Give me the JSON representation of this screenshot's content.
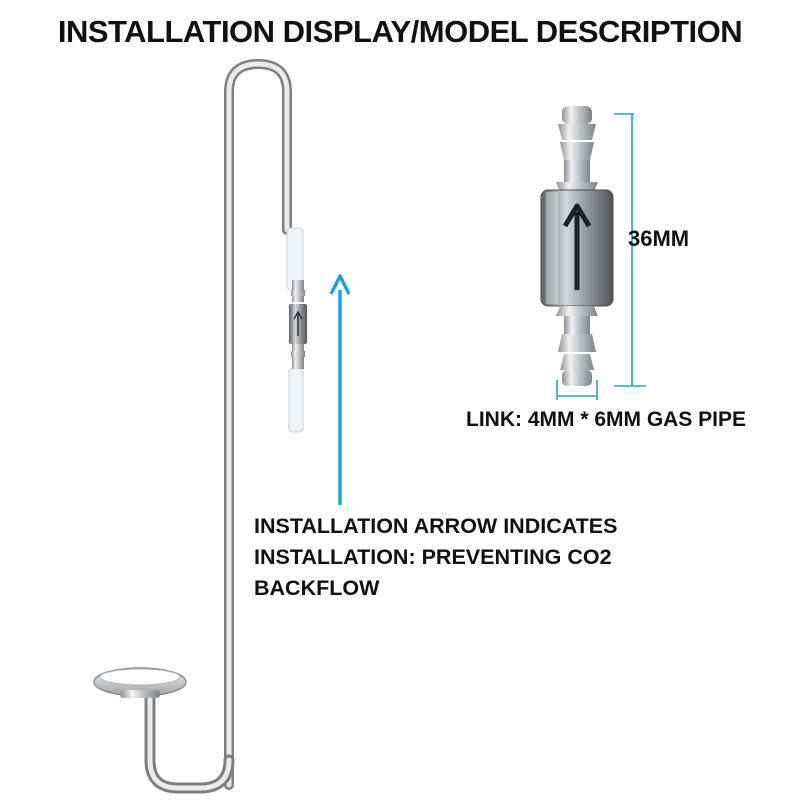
{
  "title": "INSTALLATION DISPLAY/MODEL DESCRIPTION",
  "dimension": {
    "length": "36MM"
  },
  "link": {
    "text": "LINK: 4MM * 6MM GAS PIPE"
  },
  "note": {
    "lines": [
      "INSTALLATION ARROW INDICATES",
      "INSTALLATION: PREVENTING CO2",
      "BACKFLOW"
    ]
  },
  "colors": {
    "accent_arrow": "#1aa3d9",
    "steel": "#b8bcc0",
    "text": "#111111",
    "background": "#ffffff"
  }
}
